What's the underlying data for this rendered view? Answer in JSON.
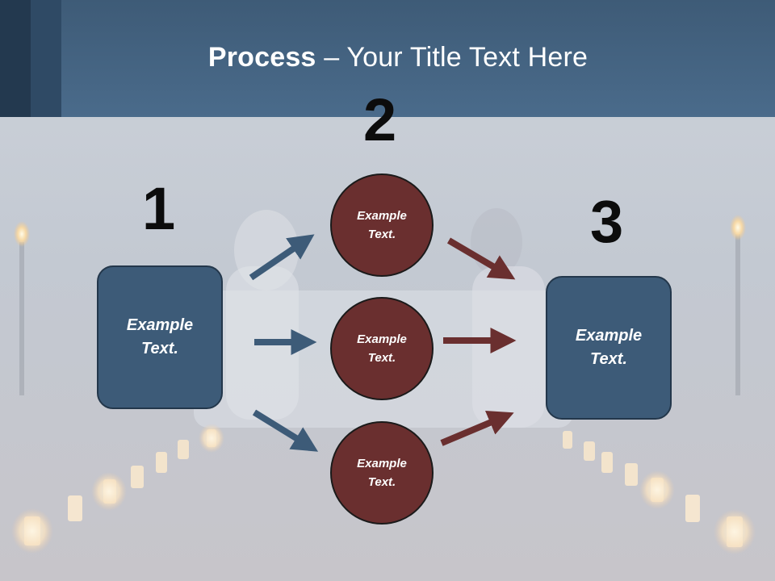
{
  "slide": {
    "title_bold": "Process",
    "title_rest": " – Your Title Text Here"
  },
  "steps": {
    "step1_number": "1",
    "step2_number": "2",
    "step3_number": "3"
  },
  "boxes": {
    "left_text": "Example\nText.",
    "right_text": "Example\nText."
  },
  "circles": [
    {
      "text": "Example\nText."
    },
    {
      "text": "Example\nText."
    },
    {
      "text": "Example\nText."
    }
  ],
  "colors": {
    "header": "#4a6b8b",
    "box_fill": "#3d5b78",
    "circle_fill": "#6a2f2f",
    "arrow_blue": "#3d5b78",
    "arrow_red": "#6a2f2f"
  }
}
